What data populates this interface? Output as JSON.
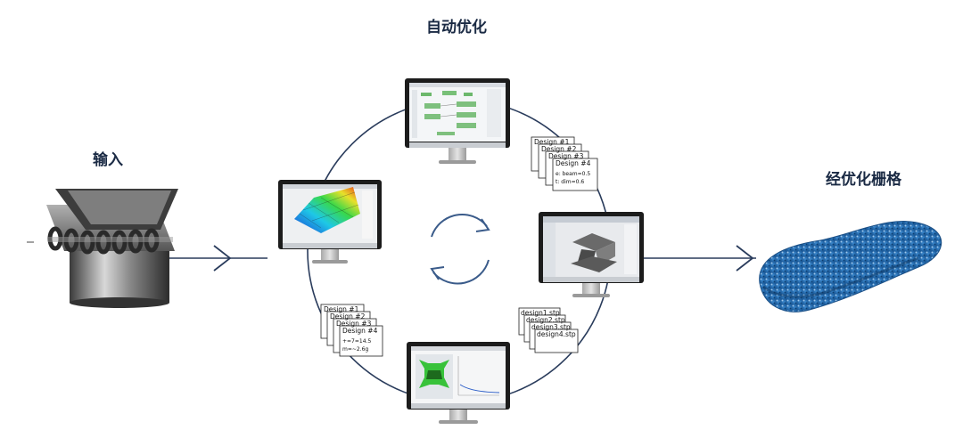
{
  "labels": {
    "auto_opt": "自动优化",
    "input": "输入",
    "output": "经优化栅格"
  },
  "docs_top_right": [
    "Design #1",
    "Design #2",
    "Design #3",
    "Design #4"
  ],
  "docs_top_right_extra": [
    "e: beam=0.5",
    "t: dim=0.6"
  ],
  "docs_bottom_left": [
    "Design #1",
    "Design #2",
    "Design #3",
    "Design #4"
  ],
  "docs_bottom_left_extra": [
    "+=7=14.5",
    "m=~2.6g"
  ],
  "docs_bottom_right": [
    "design1.stp",
    "design2.stp",
    "design3.stp",
    "design4.stp"
  ],
  "colors": {
    "line": "#2a3c5c",
    "text": "#1a2a44",
    "mesh": "#2f74b5"
  }
}
